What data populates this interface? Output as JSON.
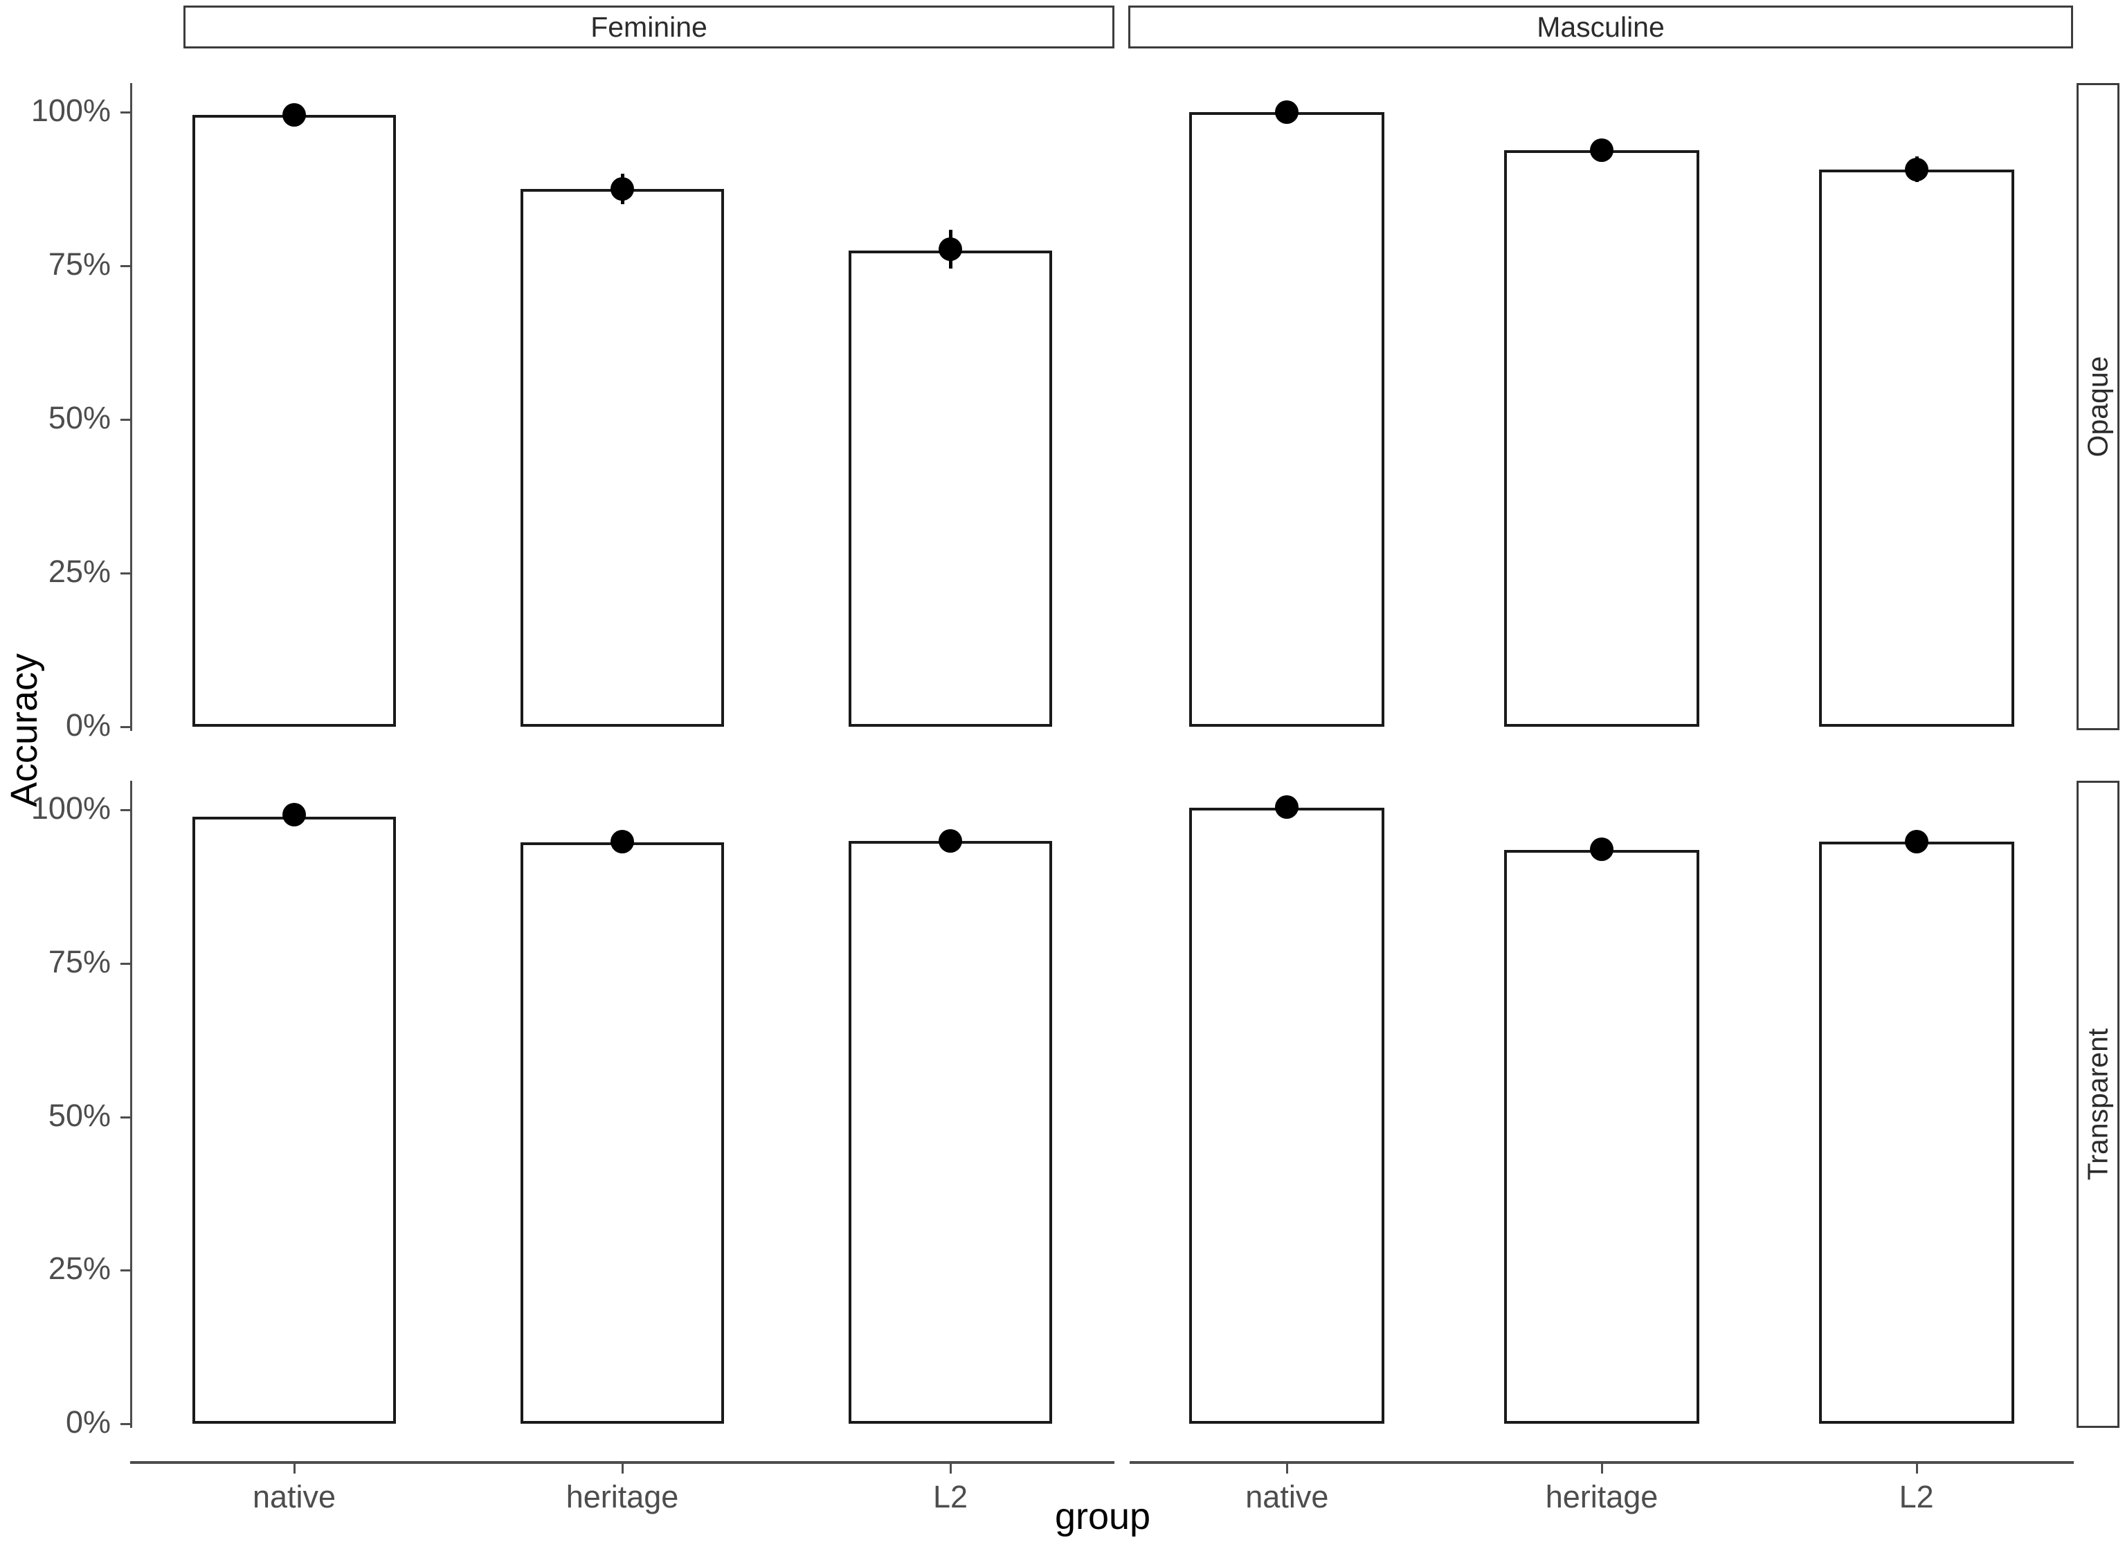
{
  "chart_data": {
    "type": "bar",
    "title": "",
    "xlabel": "group",
    "ylabel": "Accuracy",
    "ylim": [
      0,
      112
    ],
    "ytick_values": [
      0,
      25,
      50,
      75,
      100
    ],
    "ytick_labels": [
      "0%",
      "25%",
      "50%",
      "75%",
      "100%"
    ],
    "categories": [
      "native",
      "heritage",
      "L2"
    ],
    "grid": false,
    "legend": false,
    "facet_cols": [
      "Feminine",
      "Masculine"
    ],
    "facet_rows": [
      "Opaque",
      "Transparent"
    ],
    "panels": [
      {
        "col": "Feminine",
        "row": "Opaque",
        "values": [
          99.5,
          87.5,
          77.5
        ],
        "points": [
          99.5,
          87.5,
          77.7
        ],
        "err_low": [
          98.3,
          85.0,
          74.5
        ],
        "err_high": [
          100.0,
          90.0,
          80.8
        ]
      },
      {
        "col": "Masculine",
        "row": "Opaque",
        "values": [
          100.0,
          93.8,
          90.6
        ],
        "points": [
          100.0,
          93.8,
          90.7
        ],
        "err_low": [
          99.0,
          92.0,
          88.6
        ],
        "err_high": [
          100.6,
          95.6,
          92.8
        ]
      },
      {
        "col": "Feminine",
        "row": "Transparent",
        "values": [
          98.9,
          94.7,
          94.9
        ],
        "points": [
          99.2,
          94.8,
          94.9
        ],
        "err_low": [
          98.0,
          93.2,
          93.4
        ],
        "err_high": [
          100.2,
          96.4,
          96.4
        ]
      },
      {
        "col": "Masculine",
        "row": "Transparent",
        "values": [
          100.3,
          93.5,
          94.8
        ],
        "points": [
          100.5,
          93.6,
          94.8
        ],
        "err_low": [
          99.3,
          92.0,
          93.2
        ],
        "err_high": [
          101.5,
          95.2,
          96.4
        ]
      }
    ],
    "colors": {
      "bar_fill": "#ffffff",
      "bar_stroke": "#1a1a1a",
      "point": "#000000",
      "axis": "#4d4d4d",
      "strip_border": "#3c3c3c",
      "text": "#2b2b2b",
      "background": "#ffffff"
    }
  },
  "axes": {
    "y_title": "Accuracy",
    "x_title": "group"
  },
  "strips": {
    "columns": [
      {
        "label": "Feminine"
      },
      {
        "label": "Masculine"
      }
    ],
    "rows": [
      {
        "label": "Opaque"
      },
      {
        "label": "Transparent"
      }
    ]
  },
  "x_tick_labels": [
    "native",
    "heritage",
    "L2"
  ],
  "y_tick_labels": [
    "100%",
    "75%",
    "50%",
    "25%",
    "0%"
  ]
}
